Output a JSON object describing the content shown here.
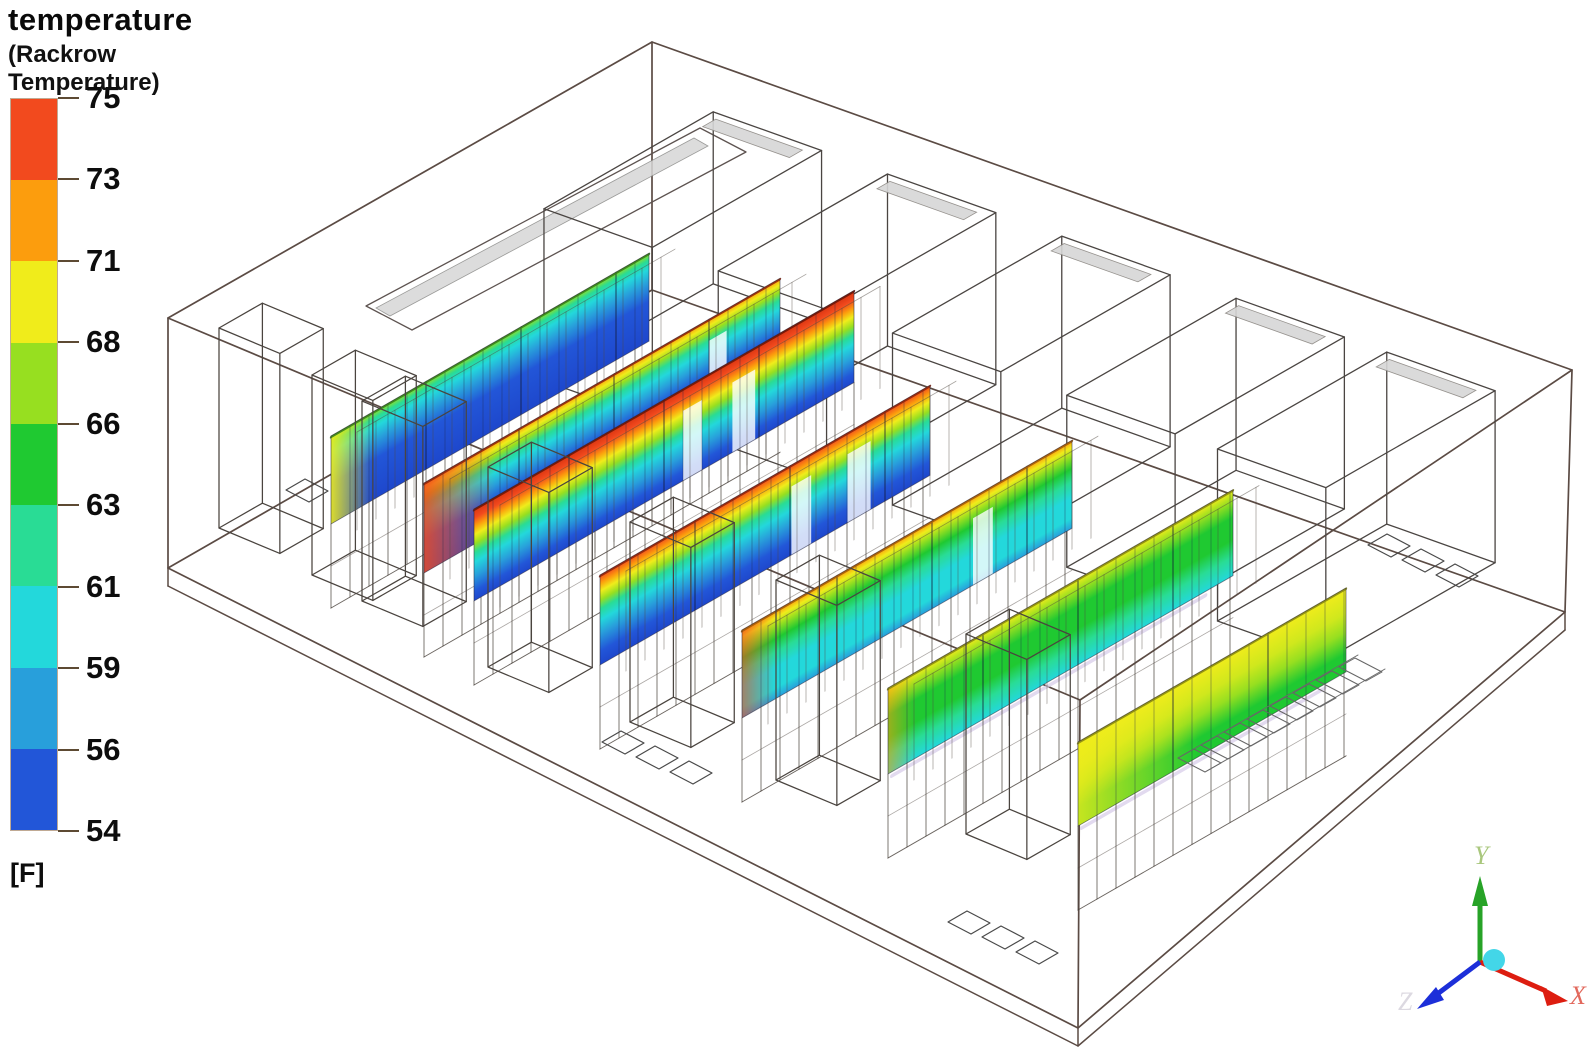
{
  "title": {
    "main": "temperature",
    "sub": "(Rackrow Temperature)"
  },
  "legend": {
    "unit": "[F]",
    "labels": [
      "75",
      "73",
      "71",
      "68",
      "66",
      "63",
      "61",
      "59",
      "56",
      "54"
    ],
    "colors": [
      "#f24a1e",
      "#fc9d0d",
      "#f0ec1b",
      "#97df20",
      "#1fc931",
      "#29dc95",
      "#23d8db",
      "#289fdb",
      "#2256d8"
    ]
  },
  "triad": {
    "x": {
      "label": "X",
      "color": "#e2685c"
    },
    "y": {
      "label": "Y",
      "color": "#a9c77d"
    },
    "z": {
      "label": "Z",
      "color": "#c6c1ce"
    }
  },
  "chart_data": {
    "type": "heatmap",
    "title": "temperature (Rackrow Temperature)",
    "unit": "F",
    "legend_position": "top-left",
    "value_range": [
      54,
      75
    ],
    "colorbar_levels_top_to_bottom": [
      75,
      73,
      71,
      68,
      66,
      63,
      61,
      59,
      56,
      54
    ],
    "colorbar_colors_high_to_low": [
      "#f24a1e",
      "#fc9d0d",
      "#f0ec1b",
      "#97df20",
      "#1fc931",
      "#29dc95",
      "#23d8db",
      "#289fdb",
      "#2256d8"
    ],
    "scene_description": "Perspective wireframe of a data-center room containing seven rack rows; vertical contour planes show rack-row air temperature. Left/center rows have hot exhaust bands (red/orange ~73-75F) along their upper edges over cold blue bodies (~54-56F); rows toward the right are progressively warmer overall (green to yellow, ~63-71F). Slotted CRAC units line the far right wall, floor vent tiles and a cable tray sit near the front, and an X/Y/Z coordinate triad with a cyan origin sphere is at lower right.",
    "rackrow_planes": [
      {
        "name": "rackrow-1",
        "top_edge_F": [
          66,
          68
        ],
        "body_F": [
          54,
          56
        ]
      },
      {
        "name": "rackrow-2",
        "top_edge_F": [
          71,
          75
        ],
        "body_F": [
          54,
          56
        ]
      },
      {
        "name": "rackrow-3",
        "top_edge_F": [
          73,
          75
        ],
        "body_F": [
          54,
          59
        ]
      },
      {
        "name": "rackrow-4",
        "top_edge_F": [
          73,
          75
        ],
        "body_F": [
          56,
          61
        ]
      },
      {
        "name": "rackrow-5",
        "top_edge_F": [
          71,
          73
        ],
        "body_F": [
          59,
          63
        ]
      },
      {
        "name": "rackrow-6",
        "top_edge_F": [
          68,
          71
        ],
        "body_F": [
          63,
          66
        ]
      },
      {
        "name": "rackrow-7",
        "top_edge_F": [
          68,
          71
        ],
        "body_F": [
          63,
          68
        ]
      }
    ]
  }
}
